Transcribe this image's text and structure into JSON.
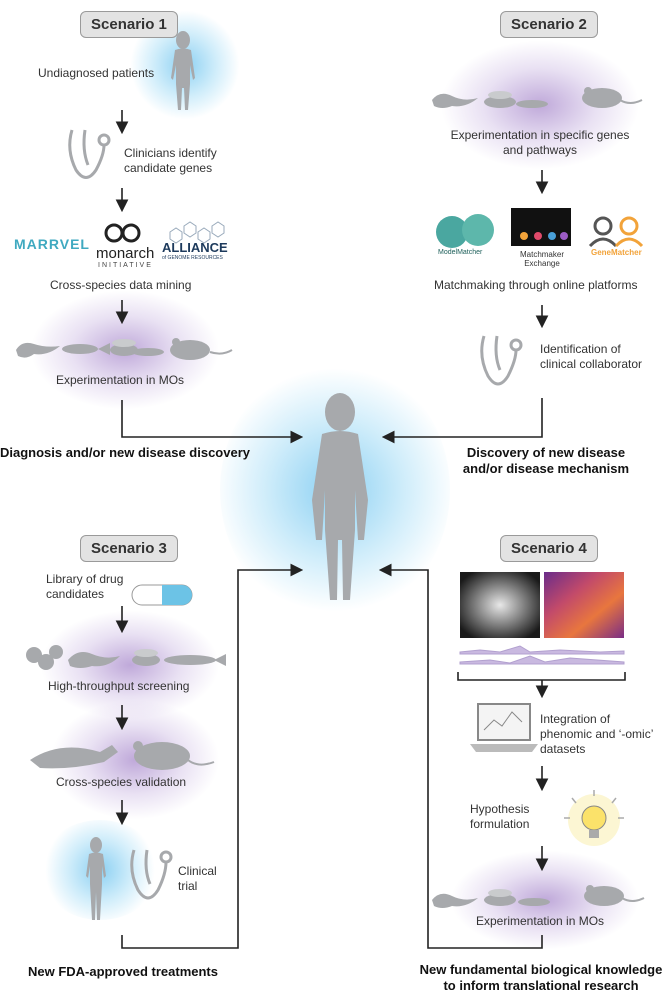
{
  "scenario1": {
    "title": "Scenario 1",
    "steps": [
      "Undiagnosed patients",
      "Clinicians identify candidate genes",
      "Cross-species data mining",
      "Experimentation in MOs"
    ],
    "logos": [
      "MARRVEL",
      "monarch",
      "INITIATIVE",
      "ALLIANCE",
      "of GENOME RESOURCES"
    ],
    "outcome": "Diagnosis and/or new disease discovery"
  },
  "scenario2": {
    "title": "Scenario 2",
    "steps": [
      "Experimentation in specific genes and pathways",
      "Matchmaking through online platforms",
      "Identification of clinical collaborator"
    ],
    "logos": [
      "ModelMatcher",
      "Matchmaker Exchange",
      "GeneMatcher"
    ],
    "outcome": "Discovery of new disease and/or disease mechanism"
  },
  "scenario3": {
    "title": "Scenario 3",
    "steps": [
      "Library of drug candidates",
      "High-throughput screening",
      "Cross-species validation",
      "Clinical trial"
    ],
    "outcome": "New FDA-approved treatments"
  },
  "scenario4": {
    "title": "Scenario 4",
    "steps": [
      "Integration of phenomic and ‘-omic’ datasets",
      "Hypothesis formulation",
      "Experimentation in MOs"
    ],
    "outcome": "New fundamental biological knowledge to inform translational research"
  },
  "colors": {
    "blue_glow": "#8fd2f2",
    "purple_glow": "#b49ad2",
    "silhouette": "#a7a9ac",
    "arrow": "#222222",
    "bulb": "#fbe26a",
    "pill_blue": "#6cc3e6"
  },
  "icons": [
    "human-silhouette-icon",
    "stethoscope-icon",
    "zebrafish-icon",
    "fly-icon",
    "worm-icon",
    "mouse-icon",
    "pill-icon",
    "laptop-icon",
    "lightbulb-icon"
  ]
}
